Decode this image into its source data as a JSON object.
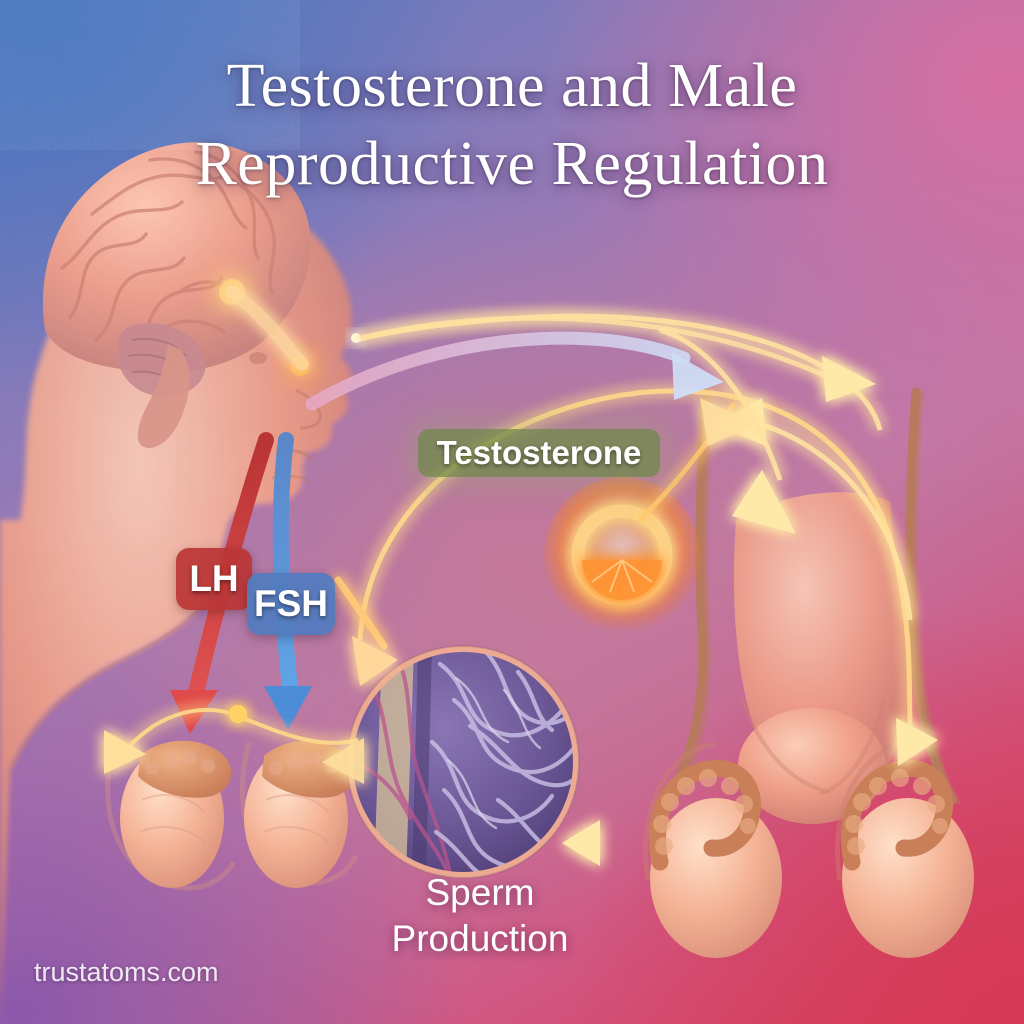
{
  "title": {
    "line1": "Testosterone and Male",
    "line2": "Reproductive Regulation"
  },
  "labels": {
    "testosterone": "Testosterone",
    "lh": "LH",
    "fsh": "FSH",
    "sperm_production_line1": "Sperm",
    "sperm_production_line2": "Production"
  },
  "watermark": "trustatoms.com",
  "colors": {
    "title_text": "#ffffff",
    "testosterone_badge_bg": "#708c4a",
    "lh_badge_bg": "#ba3636",
    "fsh_badge_bg": "#527cbe",
    "lh_arrow": "#cc3b3b",
    "fsh_arrow": "#4d8cd6",
    "feedback_arrow": "#ffe9a8",
    "glow_orange": "#ff9a2e",
    "background_top_left": "#4a73be",
    "background_top_right": "#d66ea0",
    "background_bottom_right": "#d43a56",
    "background_bottom_left": "#8b58aa",
    "anatomy_flesh": "#f0a78f",
    "sperm_inset_purple": "#6e5a96"
  },
  "diagram": {
    "type": "anatomical-flow-diagram",
    "subject": "Hypothalamic-pituitary-gonadal axis (male)",
    "nodes": [
      {
        "id": "brain",
        "name": "brain-head-profile",
        "description": "Lateral view of human head with brain, hypothalamus and pituitary highlighted"
      },
      {
        "id": "testes-left",
        "name": "testes-pair-left",
        "description": "Pair of testes with epididymis, target of LH and FSH"
      },
      {
        "id": "sperm-inset",
        "name": "sperm-production-inset",
        "description": "Circular micrograph inset of seminiferous tubules with spermatozoa"
      },
      {
        "id": "hormone-orb",
        "name": "testosterone-molecule-orb",
        "description": "Glowing orange hormone symbol representing circulating testosterone"
      },
      {
        "id": "repro-right",
        "name": "male-reproductive-anatomy",
        "description": "Penis, scrotum and testes with vas deferens on the right side"
      }
    ],
    "arrows": [
      {
        "id": "lh-arrow",
        "label": "LH",
        "from": "brain",
        "to": "testes-left",
        "color": "#cc3b3b",
        "style": "solid-tapered"
      },
      {
        "id": "fsh-arrow",
        "label": "FSH",
        "from": "brain",
        "to": "testes-left",
        "color": "#4d8cd6",
        "style": "solid-tapered"
      },
      {
        "id": "testosterone-arc",
        "label": "Testosterone",
        "from": "testes-left",
        "to": "repro-right",
        "color": "#ffcf6e",
        "style": "glowing-arc"
      },
      {
        "id": "negative-feedback-arc",
        "label": "",
        "from": "repro-right",
        "to": "brain",
        "color": "#ffe9a8",
        "style": "glowing-arc"
      },
      {
        "id": "pituitary-signal-arrow",
        "label": "",
        "from": "brain",
        "to": "repro-right",
        "color": "#cfd9f2",
        "style": "pale-arc"
      },
      {
        "id": "sperm-arrow",
        "label": "",
        "from": "fsh-arrow",
        "to": "sperm-inset",
        "color": "#ffcf8a",
        "style": "glowing-arc"
      },
      {
        "id": "sperm-return-arrow",
        "label": "",
        "from": "repro-right",
        "to": "sperm-inset",
        "color": "#ffe9a8",
        "style": "glowing-straight"
      }
    ]
  }
}
